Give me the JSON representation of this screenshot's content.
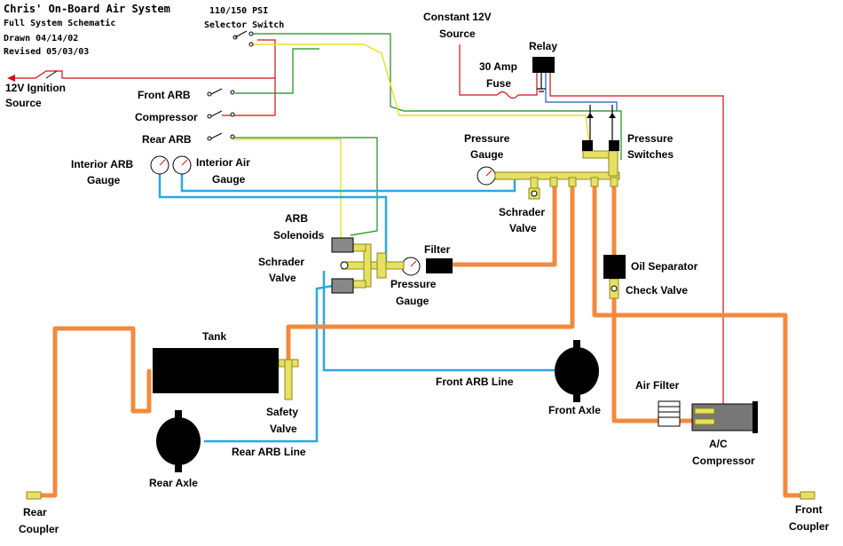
{
  "header": {
    "title": "Chris' On-Board Air System",
    "subtitle": "Full System Schematic",
    "drawn": "Drawn 04/14/02",
    "revised": "Revised 05/03/03"
  },
  "labels": {
    "selector_switch_1": "110/150 PSI",
    "selector_switch_2": "Selector Switch",
    "ignition_1": "12V Ignition",
    "ignition_2": "Source",
    "front_arb_switch": "Front ARB",
    "compressor_switch": "Compressor",
    "rear_arb_switch": "Rear ARB",
    "interior_arb_gauge_1": "Interior ARB",
    "interior_arb_gauge_2": "Gauge",
    "interior_air_gauge_1": "Interior Air",
    "interior_air_gauge_2": "Gauge",
    "constant_12v_1": "Constant 12V",
    "constant_12v_2": "Source",
    "relay": "Relay",
    "fuse_1": "30 Amp",
    "fuse_2": "Fuse",
    "pressure_gauge_top_1": "Pressure",
    "pressure_gauge_top_2": "Gauge",
    "pressure_switches_1": "Pressure",
    "pressure_switches_2": "Switches",
    "schrader_top_1": "Schrader",
    "schrader_top_2": "Valve",
    "arb_solenoids_1": "ARB",
    "arb_solenoids_2": "Solenoids",
    "schrader_mid_1": "Schrader",
    "schrader_mid_2": "Valve",
    "filter": "Filter",
    "pressure_gauge_mid_1": "Pressure",
    "pressure_gauge_mid_2": "Gauge",
    "oil_separator": "Oil Separator",
    "check_valve": "Check Valve",
    "tank": "Tank",
    "safety_valve_1": "Safety",
    "safety_valve_2": "Valve",
    "front_arb_line": "Front ARB Line",
    "rear_arb_line": "Rear ARB Line",
    "front_axle": "Front Axle",
    "rear_axle": "Rear Axle",
    "air_filter": "Air Filter",
    "ac_compressor_1": "A/C",
    "ac_compressor_2": "Compressor",
    "rear_coupler_1": "Rear",
    "rear_coupler_2": "Coupler",
    "front_coupler_1": "Front",
    "front_coupler_2": "Coupler"
  }
}
